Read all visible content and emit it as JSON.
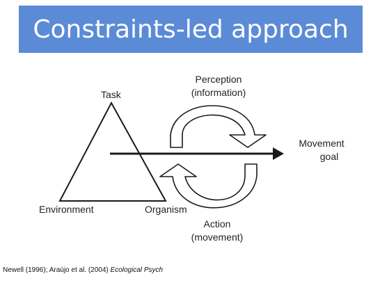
{
  "title": "Constraints-led approach",
  "labels": {
    "task": "Task",
    "environment": "Environment",
    "organism": "Organism",
    "perception_line1": "Perception",
    "perception_line2": "(information)",
    "action_line1": "Action",
    "action_line2": "(movement)",
    "goal_line1": "Movement",
    "goal_line2": "goal"
  },
  "citation": {
    "authors": "Newell (1996); Araújo et al.  (2004) ",
    "journal": "Ecological Psych"
  },
  "colors": {
    "title_bar": "#5b8bd6",
    "title_text": "#ffffff",
    "stroke": "#1a1a1a"
  }
}
